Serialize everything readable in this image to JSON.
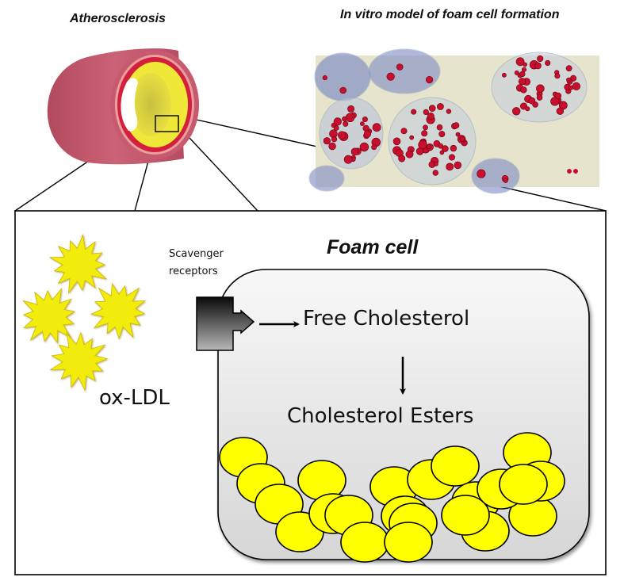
{
  "figure": {
    "atherosclerosis_title": "Atherosclerosis",
    "in_vitro_title": "In vitro model of  foam cell formation",
    "foam_cell_title": "Foam cell",
    "scavenger_receptors_label": "Scavenger receptors",
    "ox_ldl_label": "ox-LDL",
    "free_cholesterol_label": "Free Cholesterol",
    "cholesterol_esters_label": "Cholesterol Esters"
  },
  "elements": {
    "ox_ldl_particle_count": 4,
    "lipid_droplet_count": 22,
    "icons": {
      "artery": "artery-cross-section-icon",
      "micrograph": "foam-cell-micrograph-image",
      "receptor": "scavenger-receptor-icon",
      "ox_ldl": "starburst-icon",
      "lipid_droplet": "lipid-droplet-icon"
    }
  },
  "colors": {
    "vessel_outer": "#c4566c",
    "vessel_intima_red": "#d4203c",
    "plaque_yellow": "#e8e030",
    "starburst_yellow": "#f2ec10",
    "droplet_yellow": "#ffff00",
    "cell_fill_top": "#f6f6f6",
    "cell_fill_bottom": "#d8d8d8",
    "stain_red": "#c8102e",
    "stain_blue": "#7c8cc4",
    "micrograph_bg": "#e6e4cc"
  }
}
